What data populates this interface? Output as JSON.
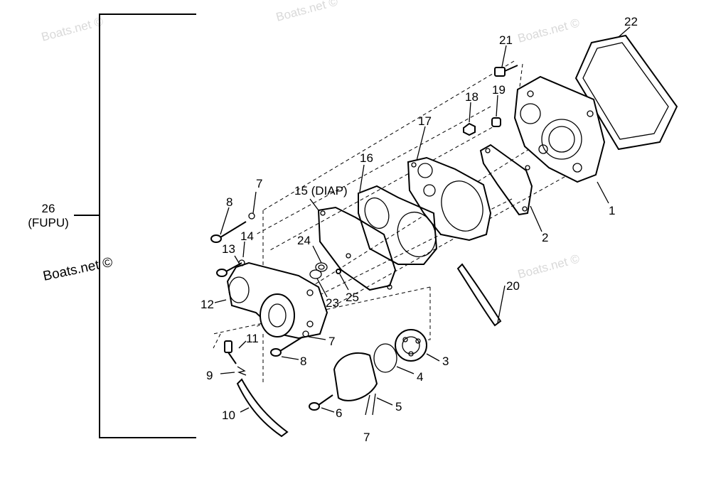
{
  "watermarks": [
    "Boats.net ©",
    "Boats.net ©",
    "Boats.net ©",
    "Boats.net ©",
    "Boats.net ©"
  ],
  "bracket_label": {
    "number": "26",
    "code": "(FUPU)"
  },
  "callouts": [
    "1",
    "2",
    "3",
    "4",
    "5",
    "6",
    "7",
    "7",
    "7",
    "8",
    "8",
    "9",
    "10",
    "11",
    "12",
    "13",
    "14",
    "15 (DIAP)",
    "16",
    "17",
    "18",
    "19",
    "20",
    "21",
    "22",
    "23",
    "24",
    "25"
  ],
  "footer_ref": "7"
}
